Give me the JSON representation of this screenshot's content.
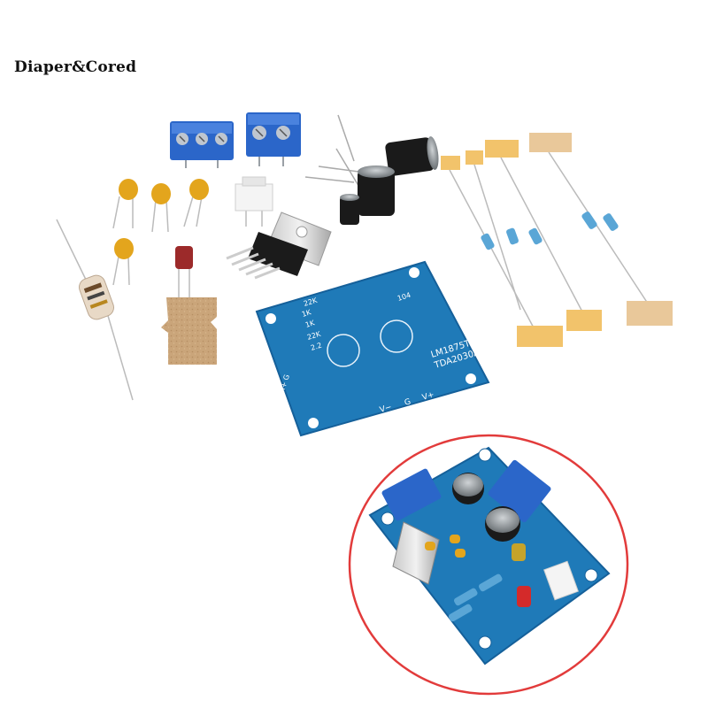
{
  "brand": {
    "text": "Diaper&Cored"
  },
  "board_labels": {
    "chip_line1": "LM1875T",
    "chip_line2": "TDA2030A",
    "r1": "22K",
    "r2": "1K",
    "r3": "1K",
    "r4": "22K",
    "r5": "2.2",
    "cap": "104",
    "power_minus": "V−",
    "power_g": "G",
    "power_plus": "V+",
    "input": "In+ G"
  },
  "colors": {
    "pcb": "#1f7ab8",
    "pcb_edge": "#15609a",
    "terminal": "#2b66c9",
    "ceramic_cap": "#e3a51d",
    "electrolytic": "#1a1a1a",
    "tape": "#f2c36b",
    "circle_highlight": "#e23b3b"
  }
}
